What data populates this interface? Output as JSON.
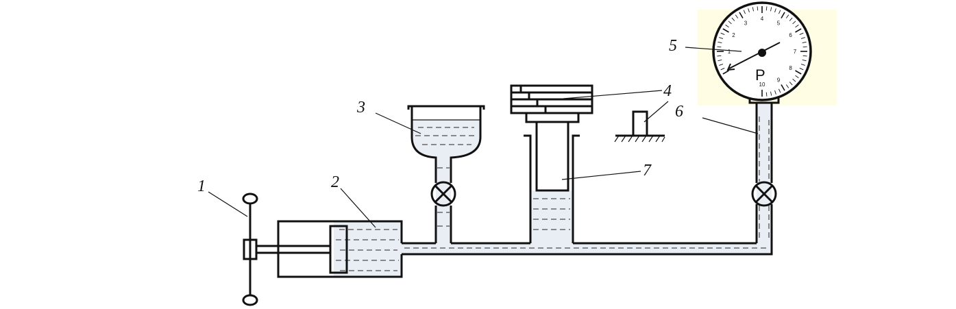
{
  "labels": {
    "handle": "1",
    "cylinder": "2",
    "reservoir": "3",
    "weights": "4",
    "gauge": "5",
    "standard_piece": "6",
    "piston": "7"
  },
  "gauge": {
    "letter": "P",
    "scale_numbers": [
      "1",
      "2",
      "3",
      "4",
      "5",
      "6",
      "7",
      "8",
      "9",
      "10"
    ]
  },
  "colors": {
    "gauge_background": "#fffde4",
    "ink": "#111111"
  }
}
